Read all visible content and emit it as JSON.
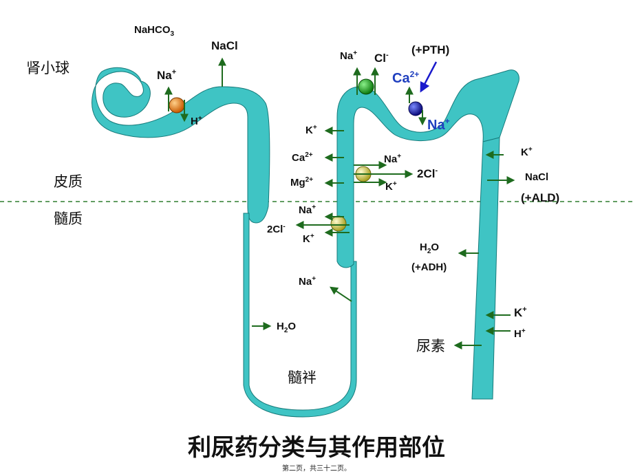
{
  "regions": {
    "glomerulus": "肾小球",
    "cortex": "皮质",
    "medulla": "髓质",
    "loop": "髓袢",
    "urea": "尿素"
  },
  "title": "利尿药分类与其作用部位",
  "footer": "第二页，共三十二页。",
  "colors": {
    "tubule": "#3fc4c4",
    "tubule_edge": "#167a7a",
    "arrow": "#1e6b1e",
    "divider": "#2e7d2e",
    "blue": "#1f3fbf"
  },
  "labels": {
    "nahco3": {
      "base": "NaHCO",
      "sub": "3"
    },
    "pt_nacl": "NaCl",
    "pt_na": {
      "base": "Na",
      "sup": "+"
    },
    "pt_h": {
      "base": "H",
      "sup": "+"
    },
    "dt_na": {
      "base": "Na",
      "sup": "+"
    },
    "dt_cl": {
      "base": "Cl",
      "sup": "-"
    },
    "pth": "(+PTH)",
    "dt_ca": {
      "base": "Ca",
      "sup": "2+"
    },
    "dt_na_blue": {
      "base": "Na",
      "sup": "+"
    },
    "al_k": {
      "base": "K",
      "sup": "+"
    },
    "al_ca": {
      "base": "Ca",
      "sup": "2+"
    },
    "al_mg": {
      "base": "Mg",
      "sup": "2+"
    },
    "al_na_in": {
      "base": "Na",
      "sup": "+"
    },
    "al_2cl_in": {
      "base": "2Cl",
      "sup": "-"
    },
    "al_k_in": {
      "base": "K",
      "sup": "+"
    },
    "al_na_out": {
      "base": "Na",
      "sup": "+"
    },
    "al_2cl_out": {
      "base": "2Cl",
      "sup": "-"
    },
    "al_k_out": {
      "base": "K",
      "sup": "+"
    },
    "thin_na": {
      "base": "Na",
      "sup": "+"
    },
    "dl_h2o": {
      "base": "H",
      "sub": "2",
      "rest": "O"
    },
    "cd_k": {
      "base": "K",
      "sup": "+"
    },
    "cd_nacl": "NaCl",
    "cd_ald": "(+ALD)",
    "cd_h2o": {
      "base": "H",
      "sub": "2",
      "rest": "O"
    },
    "cd_adh": "(+ADH)",
    "cd_k2": {
      "base": "K",
      "sup": "+"
    },
    "cd_h": {
      "base": "H",
      "sup": "+"
    }
  },
  "icons": [
    "transporter-orange",
    "transporter-green",
    "transporter-navy",
    "transporter-yellow"
  ]
}
